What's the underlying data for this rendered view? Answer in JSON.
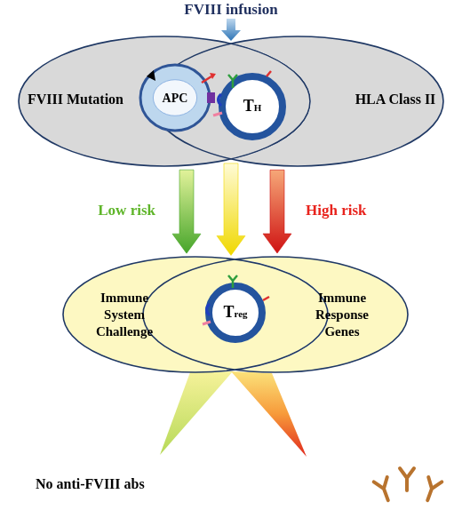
{
  "diagram": {
    "nodes": [
      {
        "text": [
          "FVIII Mutation"
        ]
      },
      {
        "text": [
          "APC"
        ],
        "in": 0
      },
      {
        "text": [
          "HLA Class II"
        ]
      },
      {
        "text": [
          "TH"
        ],
        "in": 2
      },
      {
        "text": [
          "Immune System Challenge"
        ]
      },
      {
        "text": [
          "Treg"
        ],
        "in": 4
      },
      {
        "text": [
          "Immune Response Genes"
        ]
      }
    ],
    "edges": [
      {
        "from": 0,
        "to": 4,
        "arrow": "to",
        "label": "Low risk"
      },
      {
        "from": 2,
        "to": 4,
        "arrow": "to"
      },
      {
        "from": 2,
        "to": 6,
        "arrow": "to",
        "label": "High risk"
      }
    ],
    "labels": [
      "FVIII infusion",
      "No anti-FVIII abs"
    ]
  }
}
